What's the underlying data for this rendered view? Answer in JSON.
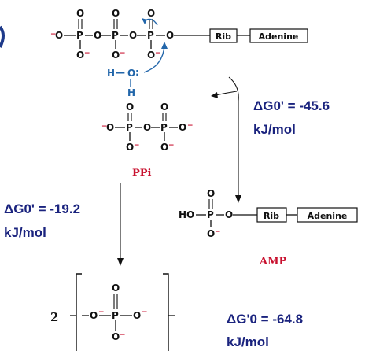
{
  "atp_molecule": {
    "atoms": {
      "phosphorus": "P",
      "oxygen": "O",
      "minus": "−"
    },
    "ribose_box": "Rib",
    "adenine_box": "Adenine"
  },
  "water": {
    "hydrogen": "H",
    "oxygen": "O",
    "lone_pair": ":",
    "dash": "—"
  },
  "pyrophosphate_label": "PPi",
  "amp": {
    "ho": "HO",
    "ribose_box": "Rib",
    "adenine_box": "Adenine",
    "label": "AMP"
  },
  "phosphate_coefficient": "2",
  "energies": {
    "atp_to_amp": {
      "line1": "ΔG0' = -45.6",
      "line2": "kJ/mol"
    },
    "ppi_hydrolysis": {
      "line1": "ΔG0' = -19.2",
      "line2": "kJ/mol"
    },
    "overall": {
      "line1": "ΔG'0 = -64.8",
      "line2": "kJ/mol"
    }
  },
  "colors": {
    "energy_text": "#1a237e",
    "label_red": "#c8102e",
    "water_blue": "#2266aa",
    "edge_accent": "#1e3a8a"
  }
}
